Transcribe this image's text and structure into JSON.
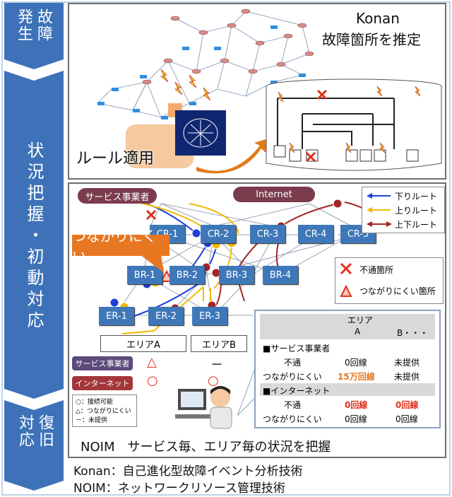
{
  "stages": {
    "failure": "発生 故障",
    "failure_col1": "故障",
    "failure_col2": "発生",
    "situation": "状況把握・初動対応",
    "recovery_col1": "復旧",
    "recovery_col2": "対応"
  },
  "top": {
    "konan_title": "Konan",
    "konan_subtitle": "故障箇所を推定",
    "rule_label": "ルール適用"
  },
  "network": {
    "clouds": {
      "service": "サービス事業者",
      "internet": "Internet"
    },
    "nodes": [
      "CR-1",
      "CR-2",
      "CR-3",
      "CR-4",
      "CR-5",
      "BR-1",
      "BR-2",
      "BR-3",
      "BR-4",
      "ER-1",
      "ER-2",
      "ER-3"
    ],
    "callout": "つながりにくい",
    "legend": {
      "down": "下りルート",
      "up": "上りルート",
      "updown": "上下ルート"
    },
    "marks": {
      "fail": "不通箇所",
      "degraded": "つながりにくい箇所"
    },
    "colors": {
      "down": "#1f3fd6",
      "up": "#f5b800",
      "updown": "#a32525",
      "node": "#3f78b9",
      "cloud": "#7a3b4d"
    }
  },
  "area_table": {
    "area_a": "エリアA",
    "area_b": "エリアB",
    "rows": [
      {
        "label": "サービス事業者",
        "a": "△",
        "b": "－"
      },
      {
        "label": "インターネット",
        "a": "○",
        "b": "○"
      }
    ],
    "key": [
      "○：接続可能",
      "△：つながりにくい",
      "－：未提供"
    ]
  },
  "status_panel": {
    "header": "エリア",
    "col_a": "A",
    "col_b": "B・・・",
    "section1": "■サービス事業者",
    "s1_rows": [
      {
        "label": "不通",
        "a": "0回線",
        "b": "未提供"
      },
      {
        "label": "つながりにくい",
        "a": "15万回線",
        "b": "未提供"
      }
    ],
    "section2": "■インターネット",
    "s2_rows": [
      {
        "label": "不通",
        "a": "0回線",
        "b": "0回線"
      },
      {
        "label": "つながりにくい",
        "a": "0回線",
        "b": "0回線"
      }
    ]
  },
  "noim_caption": "NOIM　サービス毎、エリア毎の状況を把握",
  "footer": {
    "line1": "Konan：自己進化型故障イベント分析技術",
    "line2": "NOIM：ネットワークリソース管理技術"
  }
}
